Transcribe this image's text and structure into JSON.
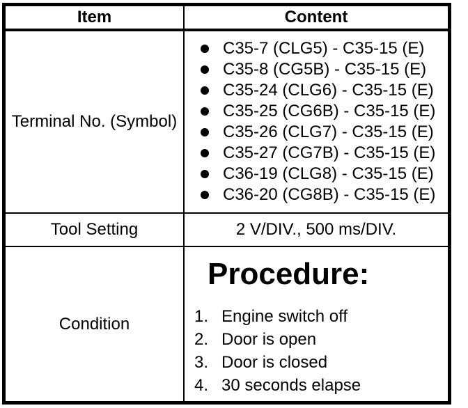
{
  "colors": {
    "border": "#000000",
    "text": "#000000",
    "background": "#ffffff"
  },
  "table": {
    "header": {
      "item": "Item",
      "content": "Content"
    },
    "terminal": {
      "label": "Terminal No. (Symbol)",
      "entries": [
        "C35-7 (CLG5) - C35-15 (E)",
        "C35-8 (CG5B) - C35-15 (E)",
        "C35-24 (CLG6) - C35-15 (E)",
        "C35-25 (CG6B) - C35-15 (E)",
        "C35-26 (CLG7) - C35-15 (E)",
        "C35-27 (CG7B) - C35-15 (E)",
        "C36-19 (CLG8) - C35-15 (E)",
        "C36-20 (CG8B) - C35-15 (E)"
      ]
    },
    "tool_setting": {
      "label": "Tool Setting",
      "value": "2 V/DIV., 500 ms/DIV."
    },
    "condition": {
      "label": "Condition",
      "heading": "Procedure:",
      "steps": [
        "Engine switch off",
        "Door is open",
        "Door is closed",
        "30 seconds elapse"
      ]
    }
  }
}
